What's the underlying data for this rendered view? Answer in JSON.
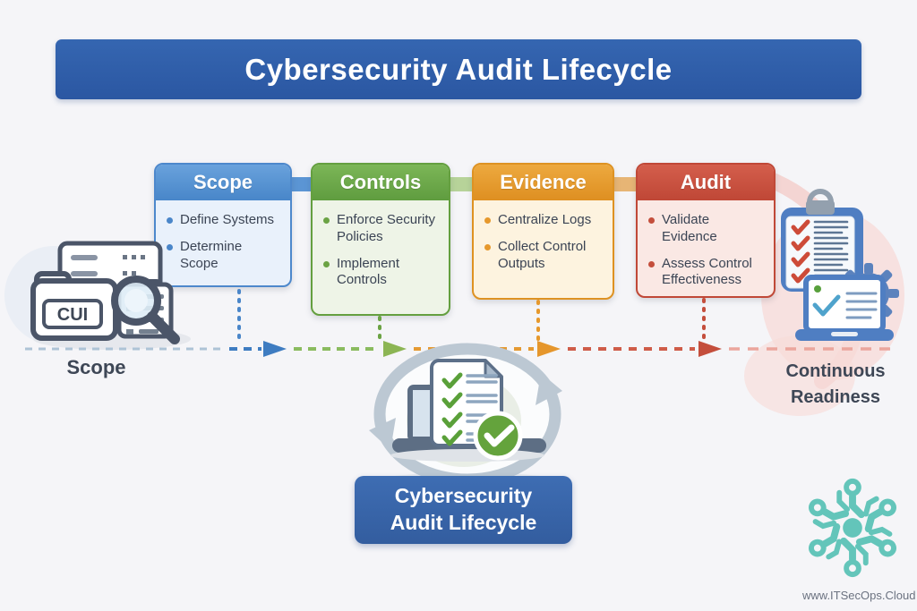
{
  "banner": {
    "title": "Cybersecurity Audit Lifecycle"
  },
  "cards": [
    {
      "title": "Scope",
      "items": [
        "Define Systems",
        "Determine Scope"
      ],
      "accent_color": "#4f8cd0",
      "body_color": "#e9f1fb"
    },
    {
      "title": "Controls",
      "items": [
        "Enforce Security Policies",
        "Implement Controls"
      ],
      "accent_color": "#6aa84a",
      "body_color": "#eef4e7"
    },
    {
      "title": "Evidence",
      "items": [
        "Centralize Logs",
        "Collect Control Outputs"
      ],
      "accent_color": "#e79c2e",
      "body_color": "#fdf3df"
    },
    {
      "title": "Audit",
      "items": [
        "Validate Evidence",
        "Assess Control Effectiveness"
      ],
      "accent_color": "#c94f3e",
      "body_color": "#fae8e4"
    }
  ],
  "flow": {
    "start_label": "Scope",
    "end_label": "Continuous Readiness",
    "segment_colors": [
      "#aec3d6",
      "#3e7cc1",
      "#8abb5f",
      "#e59a33",
      "#cf5c49",
      "#eba69d"
    ]
  },
  "center_badge": {
    "label": "Cybersecurity Audit Lifecycle",
    "color": "#3a67ae"
  },
  "left_icon": {
    "folder_label": "CUI"
  },
  "watermark": {
    "url_text": "www.ITSecOps.Cloud"
  },
  "colors": {
    "background": "#f5f5f8",
    "banner_blue": "#2f5da9",
    "cycle_ring_gray": "#bcc8d3",
    "check_green": "#64a33c",
    "clipboard_blue": "#4f7ec2",
    "logo_teal": "#63c5ba",
    "text_dark": "#3b4454"
  }
}
